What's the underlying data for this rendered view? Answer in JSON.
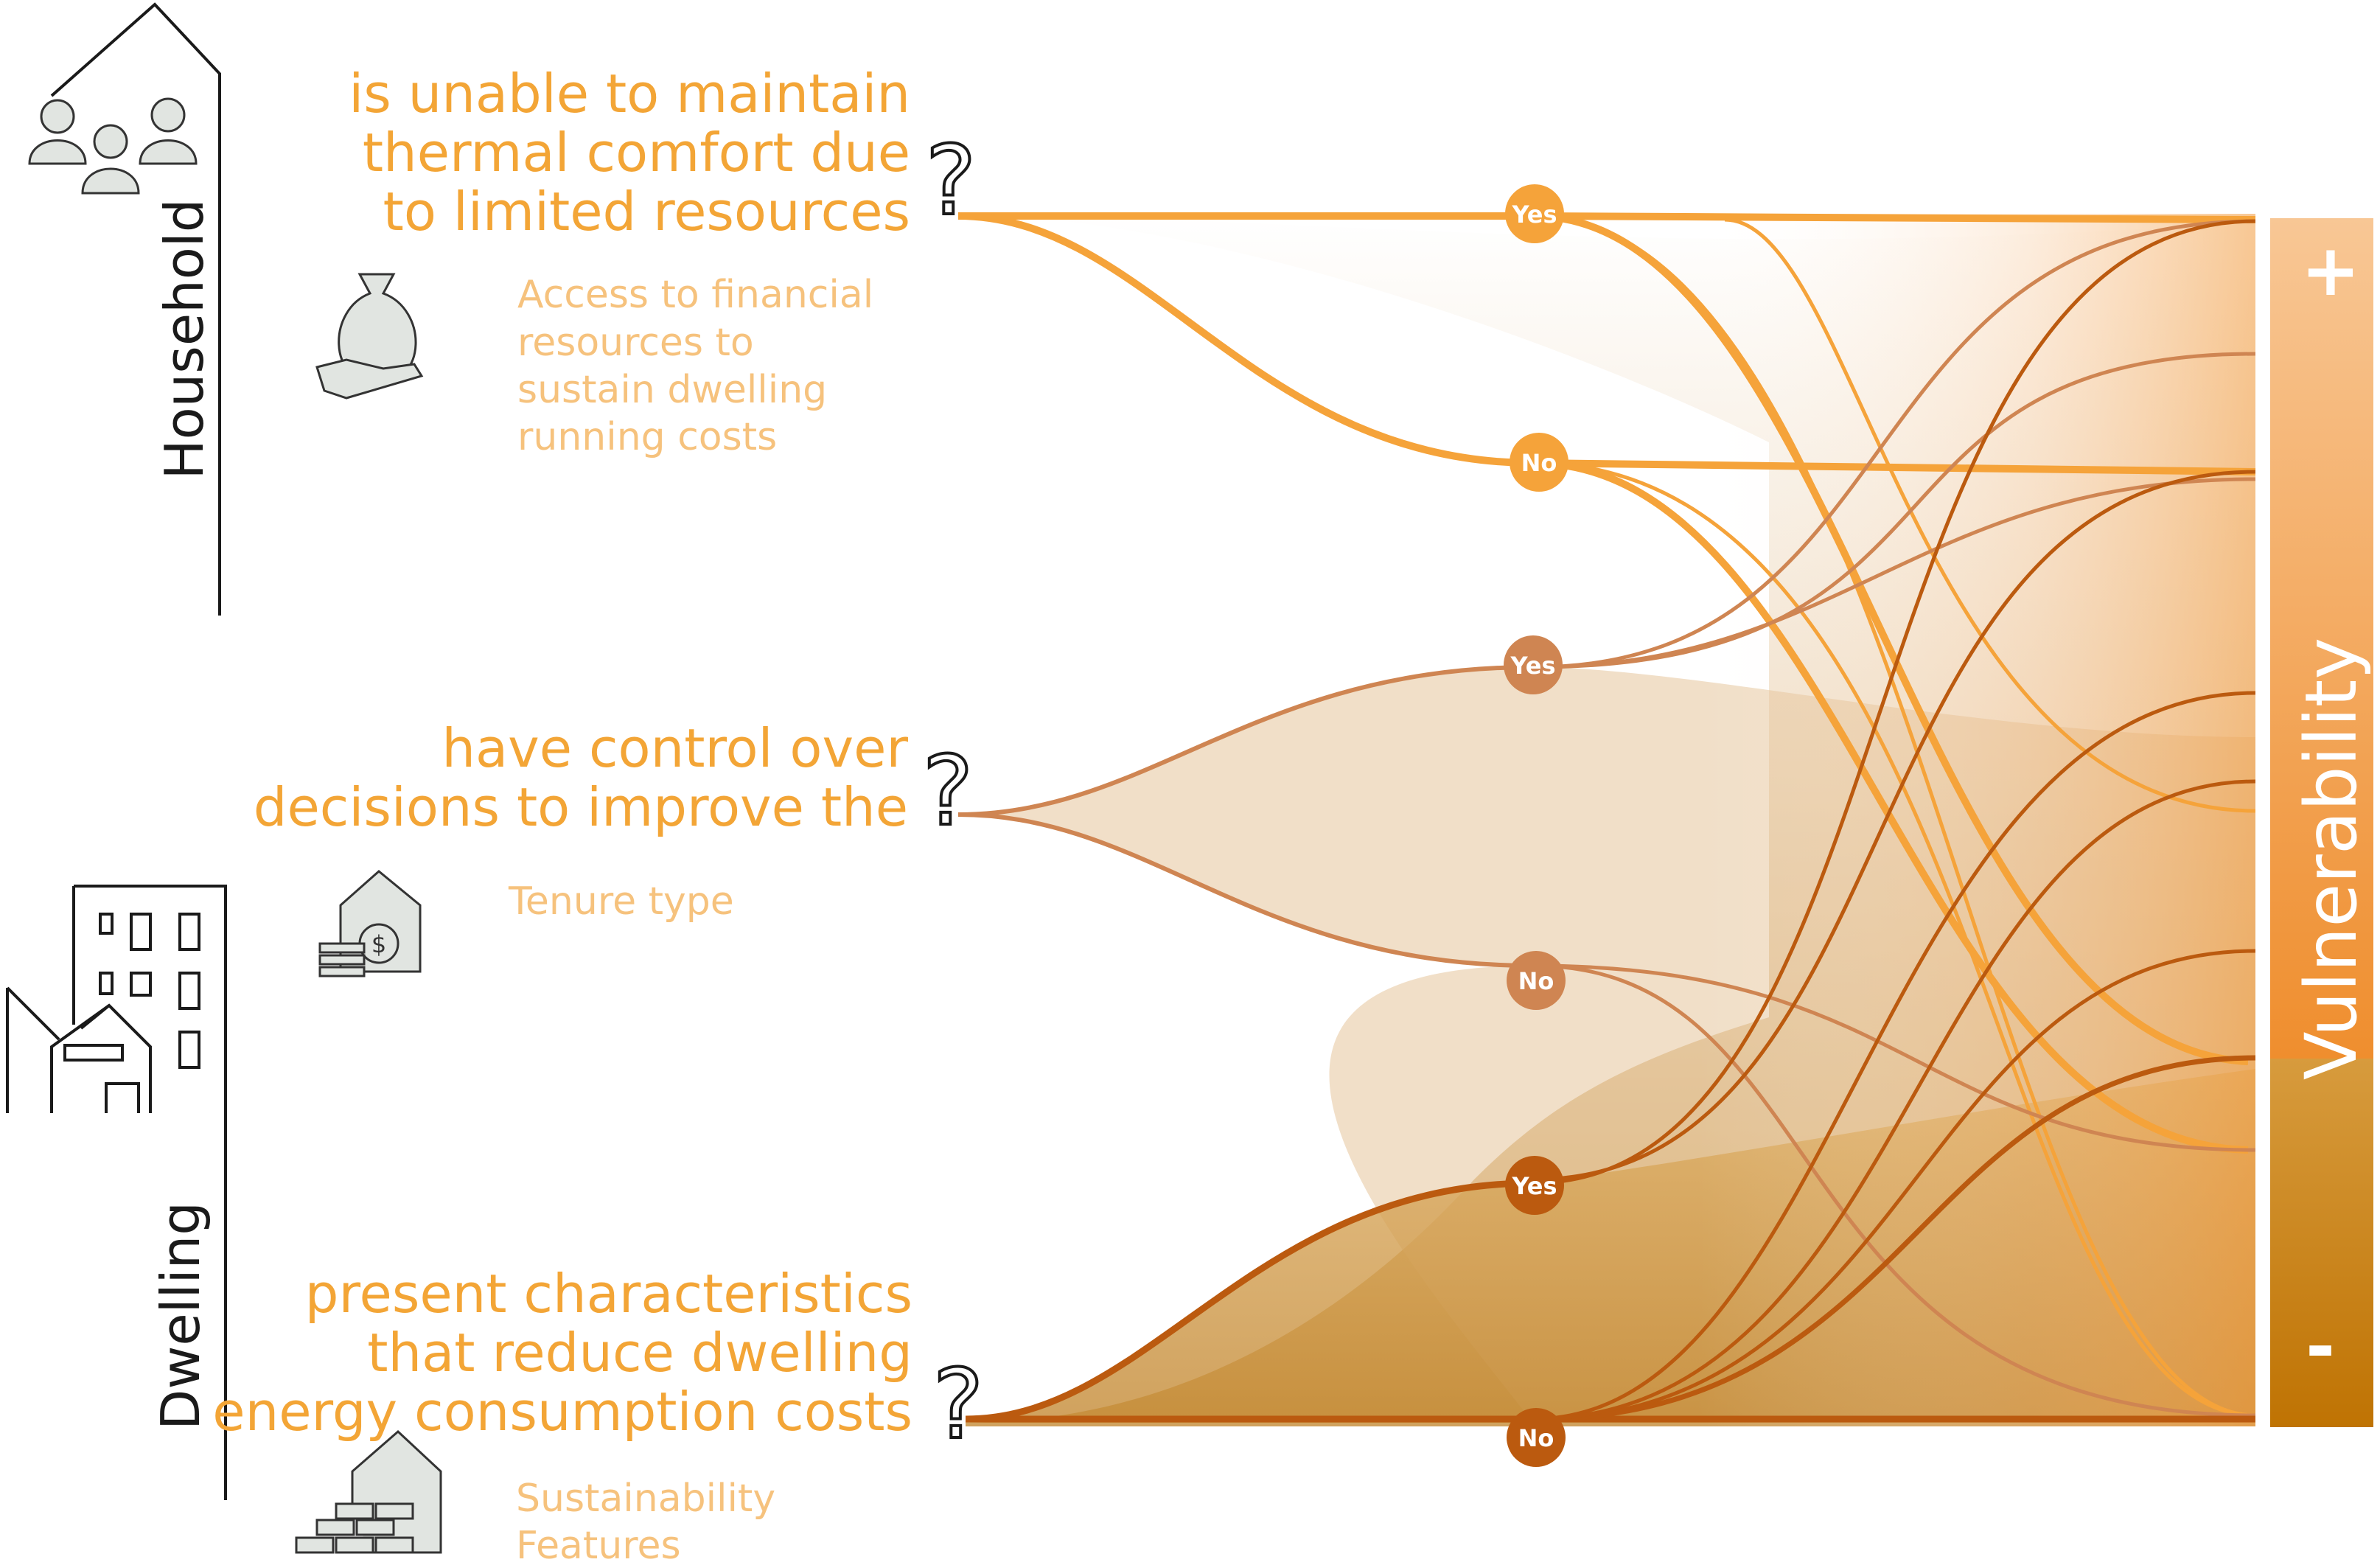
{
  "side_labels": {
    "household": "Household",
    "dwelling": "Dwelling"
  },
  "questions": [
    {
      "lines": [
        "is unable to maintain",
        "thermal comfort due",
        "to limited resources"
      ],
      "mark": "?",
      "factor": [
        "Access to financial",
        "resources to",
        "sustain dwelling",
        "running costs"
      ],
      "icon": "money-bag-hand-icon"
    },
    {
      "lines": [
        "have control over",
        "decisions to improve the"
      ],
      "mark": "?",
      "factor": [
        "Tenure type"
      ],
      "icon": "house-dollar-icon"
    },
    {
      "lines": [
        "present characteristics",
        "that reduce dwelling",
        "energy consumption costs"
      ],
      "mark": "?",
      "factor": [
        "Sustainability",
        "Features"
      ],
      "icon": "house-bricks-icon"
    }
  ],
  "nodes": {
    "yes": "Yes",
    "no": "No"
  },
  "vulnerability": {
    "title": "Vulnerability",
    "plus": "+",
    "minus": "-"
  },
  "colors": {
    "q1": "#f5a33a",
    "q1_text": "#f3a536",
    "q1_factor": "#f6c27d",
    "q2": "#cf8552",
    "q3": "#bb5a0f",
    "bar_top": "#f7c08a",
    "bar_mid": "#f29a3c",
    "bar_bottom": "#c27408",
    "icon_fill": "#e1e5e1",
    "line_dark": "#1a1a1a"
  }
}
